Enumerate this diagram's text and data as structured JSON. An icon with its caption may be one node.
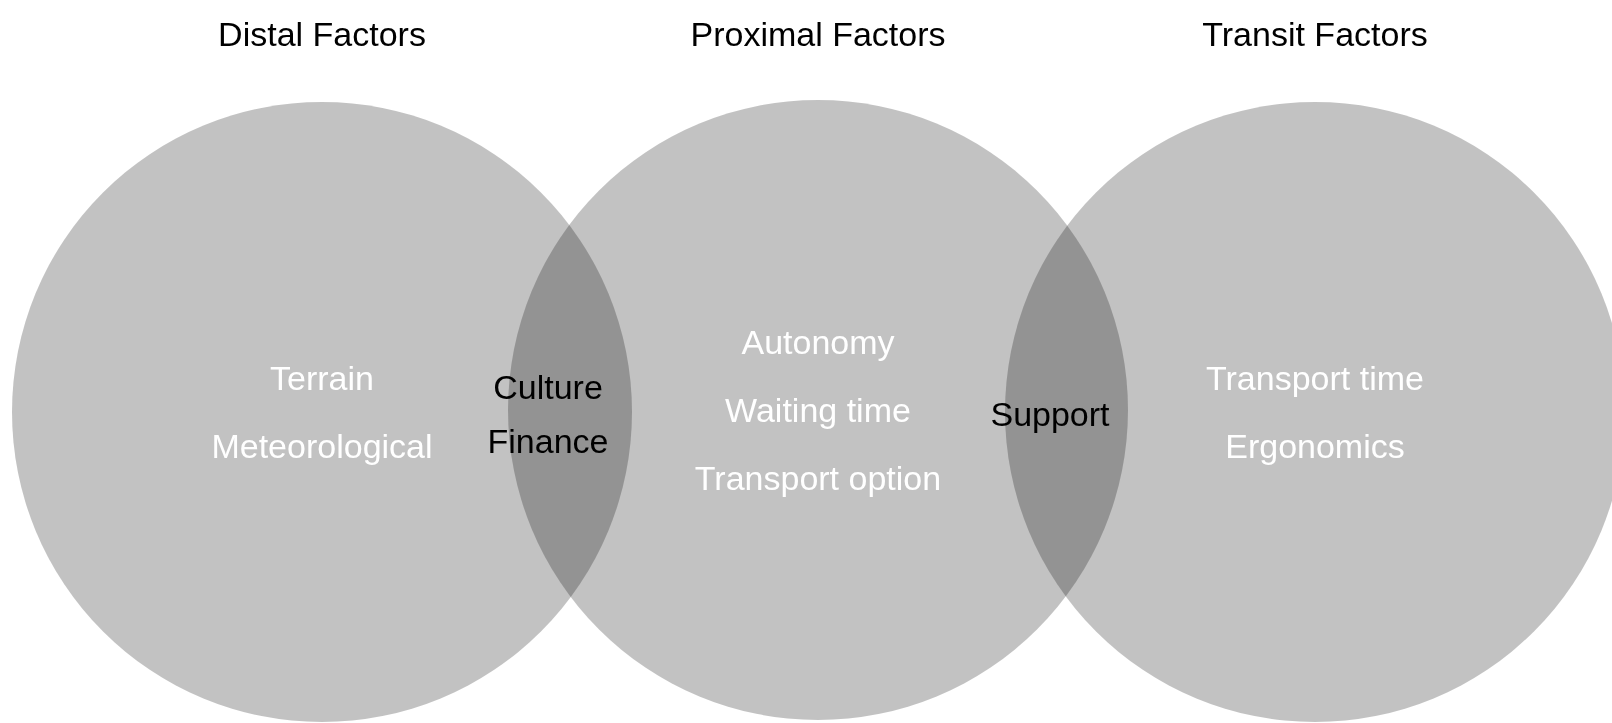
{
  "diagram": {
    "nodes": [
      {
        "text": [
          "Distal Factors",
          "Terrain",
          "Meteorological"
        ]
      },
      {
        "text": [
          "Proximal Factors",
          "Autonomy",
          "Waiting time",
          "Transport option"
        ]
      },
      {
        "text": [
          "Transit Factors",
          "Transport time",
          "Ergonomics"
        ]
      }
    ],
    "labels": [
      "Culture",
      "Finance",
      "Support"
    ]
  }
}
